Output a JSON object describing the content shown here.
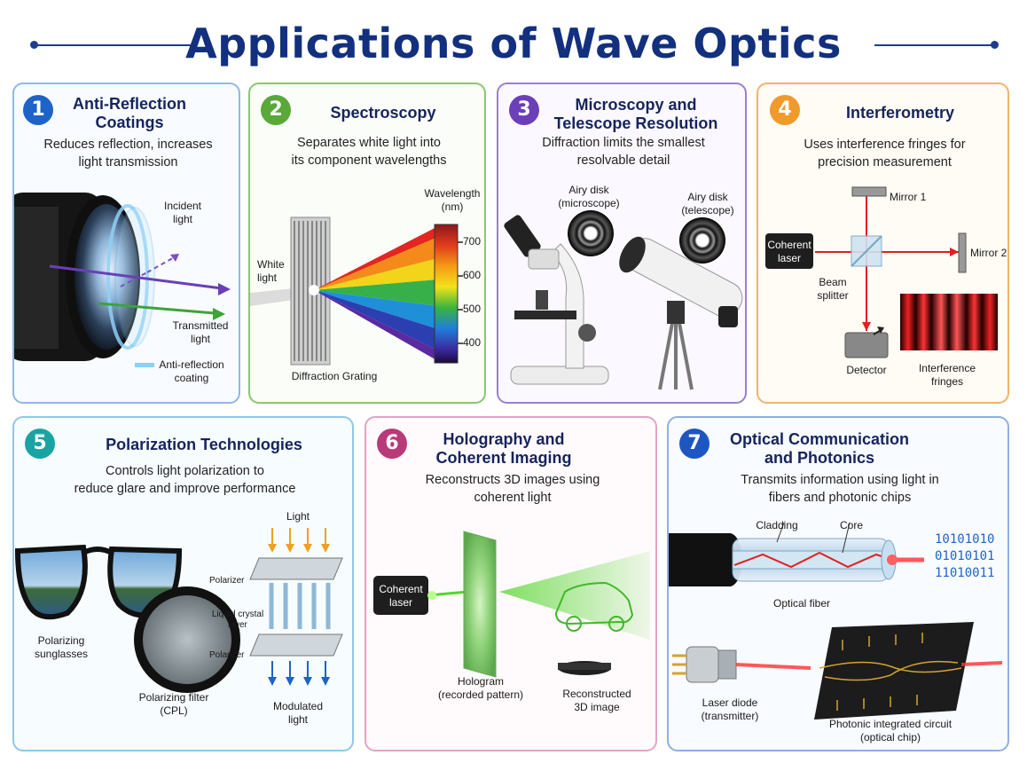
{
  "title": "Applications of Wave Optics",
  "colors": {
    "title": "#12307e",
    "card1": "#4a90d9",
    "card2": "#6cb84a",
    "card3": "#7b4fc2",
    "card4": "#f0a348",
    "card5": "#2aa3a6",
    "card6": "#c2487a",
    "card7": "#3b6fc7"
  },
  "cards": [
    {
      "number": "1",
      "title_lines": [
        "Anti-Reflection",
        "Coatings"
      ],
      "description_lines": [
        "Reduces reflection, increases",
        "light transmission"
      ],
      "labels": {
        "incident": [
          "Incident",
          "light"
        ],
        "transmitted": [
          "Transmitted",
          "light"
        ],
        "coating": [
          "Anti-reflection",
          "coating"
        ]
      },
      "icon": "camera-lens-icon"
    },
    {
      "number": "2",
      "title_lines": [
        "Spectroscopy"
      ],
      "description_lines": [
        "Separates white light into",
        "its component wavelengths"
      ],
      "labels": {
        "white_light": [
          "White",
          "light"
        ],
        "grating": "Diffraction Grating",
        "wavelength": [
          "Wavelength",
          "(nm)"
        ],
        "ticks": [
          "700",
          "600",
          "500",
          "400"
        ]
      },
      "icon": "diffraction-grating-icon"
    },
    {
      "number": "3",
      "title_lines": [
        "Microscopy and",
        "Telescope Resolution"
      ],
      "description_lines": [
        "Diffraction limits the smallest",
        "resolvable detail"
      ],
      "labels": {
        "airy_micro": [
          "Airy disk",
          "(microscope)"
        ],
        "airy_tele": [
          "Airy disk",
          "(telescope)"
        ]
      },
      "icon": "microscope-icon"
    },
    {
      "number": "4",
      "title_lines": [
        "Interferometry"
      ],
      "description_lines": [
        "Uses interference fringes for",
        "precision measurement"
      ],
      "labels": {
        "mirror1": "Mirror 1",
        "mirror2": "Mirror 2",
        "laser": [
          "Coherent",
          "laser"
        ],
        "splitter": [
          "Beam",
          "splitter"
        ],
        "detector": "Detector",
        "fringes": [
          "Interference",
          "fringes"
        ]
      },
      "icon": "interferometer-icon"
    },
    {
      "number": "5",
      "title_lines": [
        "Polarization Technologies"
      ],
      "description_lines": [
        "Controls light polarization to",
        "reduce glare and improve performance"
      ],
      "labels": {
        "light": "Light",
        "polarizer_top": "Polarizer",
        "liquid_crystal": [
          "Liquid crystal",
          "layer"
        ],
        "polarizer_bottom": "Polarizer",
        "modulated": [
          "Modulated",
          "light"
        ],
        "sunglasses": [
          "Polarizing",
          "sunglasses"
        ],
        "filter": [
          "Polarizing filter",
          "(CPL)"
        ]
      },
      "icon": "sunglasses-icon"
    },
    {
      "number": "6",
      "title_lines": [
        "Holography and",
        "Coherent Imaging"
      ],
      "description_lines": [
        "Reconstructs 3D images using",
        "coherent light"
      ],
      "labels": {
        "laser": [
          "Coherent",
          "laser"
        ],
        "hologram": [
          "Hologram",
          "(recorded pattern)"
        ],
        "reconstructed": [
          "Reconstructed",
          "3D image"
        ]
      },
      "icon": "hologram-icon"
    },
    {
      "number": "7",
      "title_lines": [
        "Optical Communication",
        "and Photonics"
      ],
      "description_lines": [
        "Transmits information using light in",
        "fibers and photonic chips"
      ],
      "labels": {
        "cladding": "Cladding",
        "core": "Core",
        "fiber": "Optical fiber",
        "bits": [
          "10101010",
          "01010101",
          "11010011"
        ],
        "diode": [
          "Laser diode",
          "(transmitter)"
        ],
        "chip": [
          "Photonic integrated circuit",
          "(optical chip)"
        ]
      },
      "icon": "optical-fiber-icon"
    }
  ]
}
